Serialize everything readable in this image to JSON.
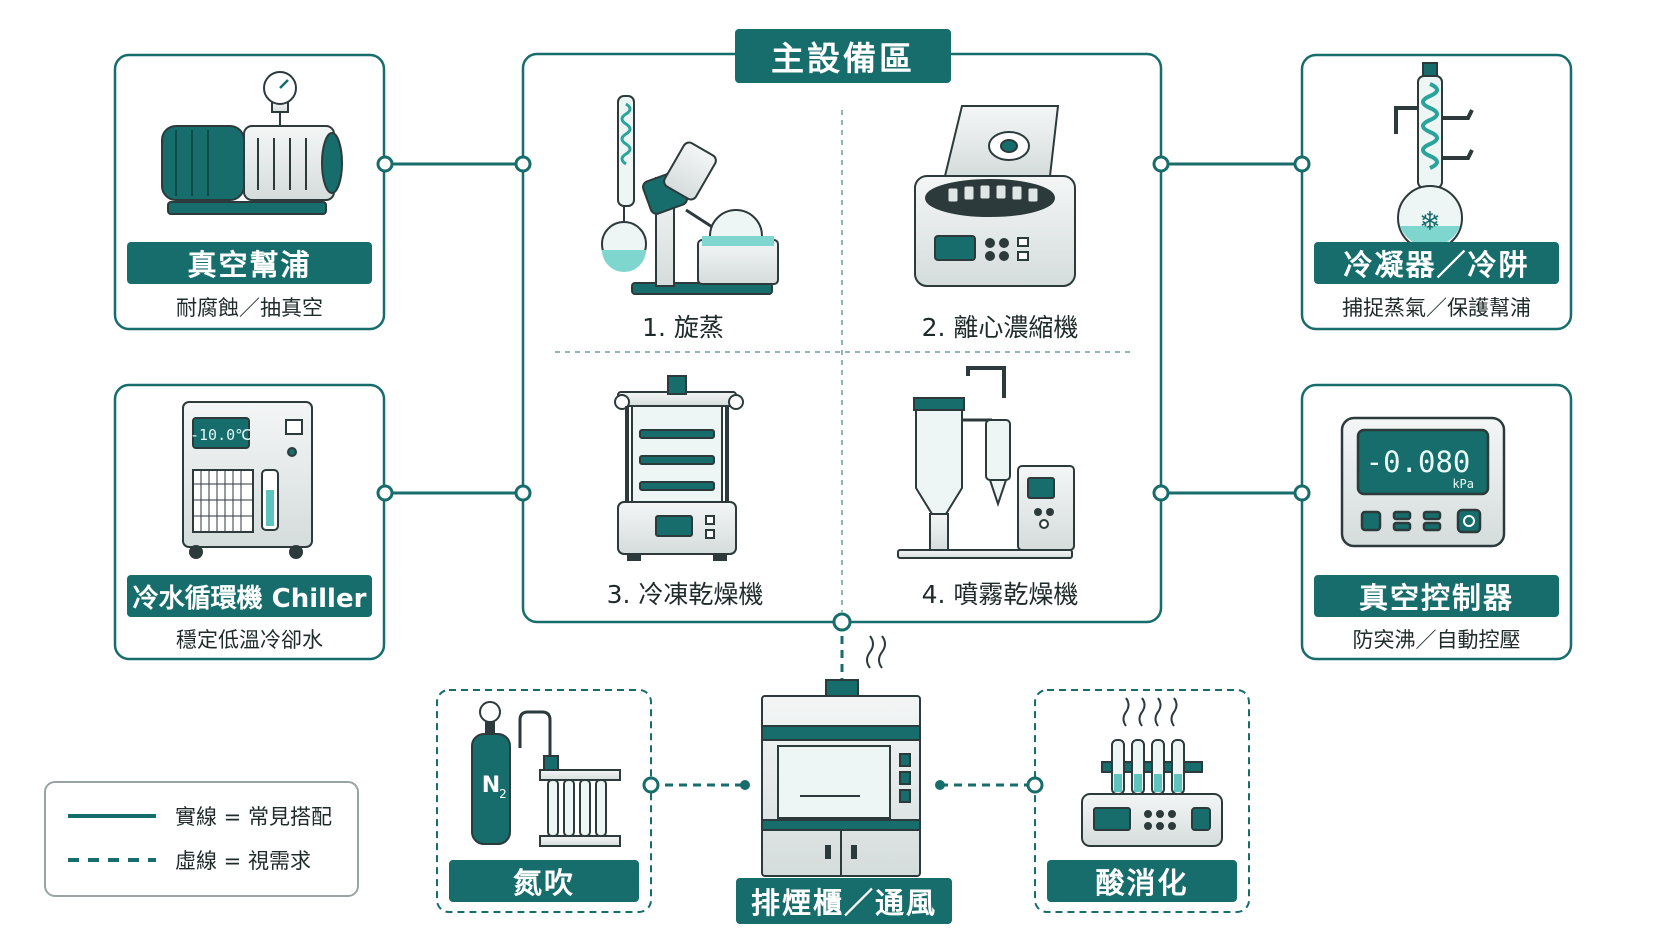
{
  "main_area": {
    "title": "主設備區",
    "items": [
      {
        "label": "1. 旋蒸",
        "icon": "rotary-evaporator-icon"
      },
      {
        "label": "2. 離心濃縮機",
        "icon": "centrifugal-concentrator-icon"
      },
      {
        "label": "3. 冷凍乾燥機",
        "icon": "freeze-dryer-icon"
      },
      {
        "label": "4. 噴霧乾燥機",
        "icon": "spray-dryer-icon"
      }
    ]
  },
  "left_modules": [
    {
      "title": "真空幫浦",
      "subtitle": "耐腐蝕／抽真空",
      "icon": "vacuum-pump-icon"
    },
    {
      "title": "冷水循環機 Chiller",
      "subtitle": "穩定低溫冷卻水",
      "icon": "chiller-icon",
      "display": "-10.0℃"
    }
  ],
  "right_modules": [
    {
      "title": "冷凝器／冷阱",
      "subtitle": "捕捉蒸氣／保護幫浦",
      "icon": "condenser-cold-trap-icon"
    },
    {
      "title": "真空控制器",
      "subtitle": "防突沸／自動控壓",
      "icon": "vacuum-controller-icon",
      "display": "-0.080",
      "unit": "kPa"
    }
  ],
  "bottom_modules": [
    {
      "title": "氮吹",
      "icon": "nitrogen-blower-icon",
      "gas_label": "N",
      "gas_sub": "2"
    },
    {
      "title": "排煙櫃／通風",
      "icon": "fume-hood-icon"
    },
    {
      "title": "酸消化",
      "icon": "acid-digestion-icon"
    }
  ],
  "legend": {
    "solid": "實線 = 常見搭配",
    "dashed": "虛線 = 視需求"
  },
  "colors": {
    "accent": "#176d6b",
    "light": "#5fc4bd",
    "ink": "#2c3a3b"
  }
}
